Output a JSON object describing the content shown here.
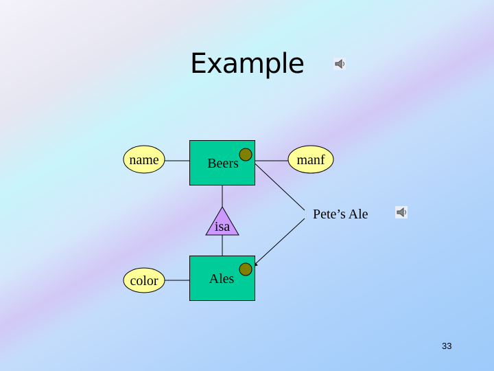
{
  "slide": {
    "title": "Example",
    "page_number": "33"
  },
  "diagram": {
    "entities": [
      {
        "label": "Beers"
      },
      {
        "label": "Ales"
      }
    ],
    "attributes": [
      {
        "label": "name"
      },
      {
        "label": "manf"
      },
      {
        "label": "color"
      }
    ],
    "relationship": {
      "label": "isa"
    },
    "instance_label": "Pete’s Ale",
    "colors": {
      "entity": "#00cc99",
      "attribute": "#ffff99",
      "isa": "#cc99ff",
      "dot": "#808000"
    }
  },
  "icons": [
    "speaker-icon",
    "speaker-icon"
  ]
}
